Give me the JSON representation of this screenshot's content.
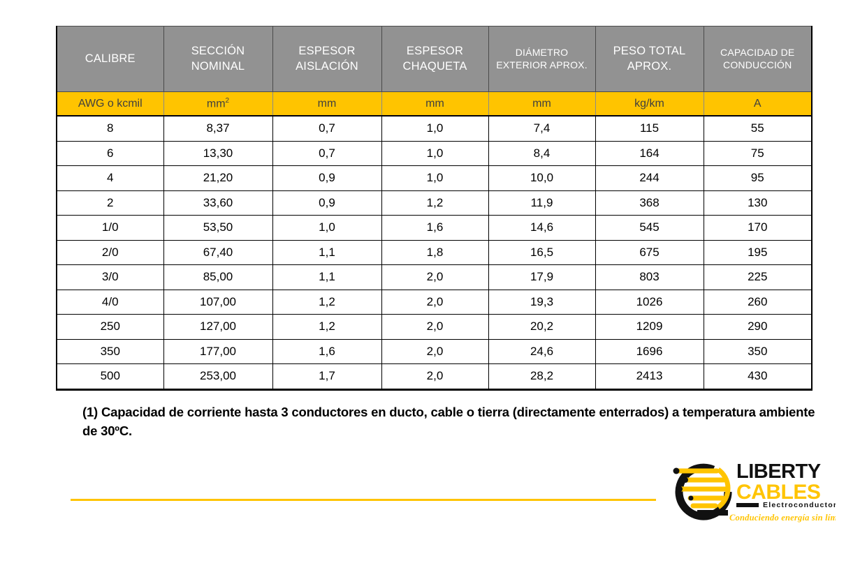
{
  "table": {
    "headers": [
      {
        "line1": "CALIBRE",
        "line2": "",
        "unit": "AWG o kcmil",
        "unit_sup": ""
      },
      {
        "line1": "SECCIÓN",
        "line2": "NOMINAL",
        "unit": "mm",
        "unit_sup": "2"
      },
      {
        "line1": "ESPESOR",
        "line2": "AISLACIÓN",
        "unit": "mm",
        "unit_sup": ""
      },
      {
        "line1": "ESPESOR",
        "line2": "CHAQUETA",
        "unit": "mm",
        "unit_sup": ""
      },
      {
        "line1": "DIÁMETRO",
        "line2": "EXTERIOR APROX.",
        "unit": "mm",
        "unit_sup": ""
      },
      {
        "line1": "PESO TOTAL",
        "line2": "APROX.",
        "unit": "kg/km",
        "unit_sup": ""
      },
      {
        "line1": "CAPACIDAD DE",
        "line2": "CONDUCCIÓN",
        "unit": "A",
        "unit_sup": ""
      }
    ],
    "rows": [
      {
        "calibre": "8",
        "seccion": "8,37",
        "aislacion": "0,7",
        "chaqueta": "1,0",
        "diametro": "7,4",
        "peso": "115",
        "capacidad": "55"
      },
      {
        "calibre": "6",
        "seccion": "13,30",
        "aislacion": "0,7",
        "chaqueta": "1,0",
        "diametro": "8,4",
        "peso": "164",
        "capacidad": "75"
      },
      {
        "calibre": "4",
        "seccion": "21,20",
        "aislacion": "0,9",
        "chaqueta": "1,0",
        "diametro": "10,0",
        "peso": "244",
        "capacidad": "95"
      },
      {
        "calibre": "2",
        "seccion": "33,60",
        "aislacion": "0,9",
        "chaqueta": "1,2",
        "diametro": "11,9",
        "peso": "368",
        "capacidad": "130"
      },
      {
        "calibre": "1/0",
        "seccion": "53,50",
        "aislacion": "1,0",
        "chaqueta": "1,6",
        "diametro": "14,6",
        "peso": "545",
        "capacidad": "170"
      },
      {
        "calibre": "2/0",
        "seccion": "67,40",
        "aislacion": "1,1",
        "chaqueta": "1,8",
        "diametro": "16,5",
        "peso": "675",
        "capacidad": "195"
      },
      {
        "calibre": "3/0",
        "seccion": "85,00",
        "aislacion": "1,1",
        "chaqueta": "2,0",
        "diametro": "17,9",
        "peso": "803",
        "capacidad": "225"
      },
      {
        "calibre": "4/0",
        "seccion": "107,00",
        "aislacion": "1,2",
        "chaqueta": "2,0",
        "diametro": "19,3",
        "peso": "1026",
        "capacidad": "260"
      },
      {
        "calibre": "250",
        "seccion": "127,00",
        "aislacion": "1,2",
        "chaqueta": "2,0",
        "diametro": "20,2",
        "peso": "1209",
        "capacidad": "290"
      },
      {
        "calibre": "350",
        "seccion": "177,00",
        "aislacion": "1,6",
        "chaqueta": "2,0",
        "diametro": "24,6",
        "peso": "1696",
        "capacidad": "350"
      },
      {
        "calibre": "500",
        "seccion": "253,00",
        "aislacion": "1,7",
        "chaqueta": "2,0",
        "diametro": "28,2",
        "peso": "2413",
        "capacidad": "430"
      }
    ]
  },
  "footnote": {
    "text": "(1) Capacidad de corriente hasta 3 conductores en ducto, cable o tierra (directamente enterrados)  a temperatura ambiente de 30ºC."
  },
  "logo": {
    "brand_line1": "LIBERTY",
    "brand_line2": "CABLES",
    "subtitle": "Electroconductores",
    "tagline": "Conduciendo energía sin límites"
  },
  "colors": {
    "header_gray": "#929292",
    "accent_yellow": "#FFC400",
    "logo_black": "#111111",
    "border_black": "#000000"
  }
}
